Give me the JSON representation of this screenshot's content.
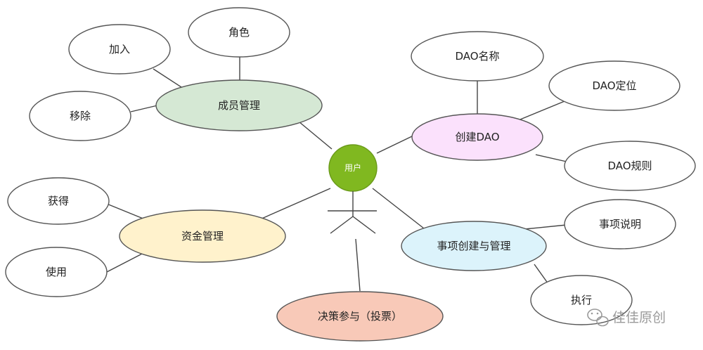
{
  "user": {
    "label": "用户"
  },
  "groups": {
    "member": {
      "label": "成员管理",
      "fill": "#d5e8d4",
      "children": [
        "角色",
        "加入",
        "移除"
      ]
    },
    "create_dao": {
      "label": "创建DAO",
      "fill": "#fbe1fc",
      "children": [
        "DAO名称",
        "DAO定位",
        "DAO规则"
      ]
    },
    "funds": {
      "label": "资金管理",
      "fill": "#fff2cc",
      "children": [
        "获得",
        "使用"
      ]
    },
    "matters": {
      "label": "事项创建与管理",
      "fill": "#dcf3fb",
      "children": [
        "事项说明",
        "执行"
      ]
    },
    "vote": {
      "label": "决策参与（投票）",
      "fill": "#f8c9b8"
    }
  },
  "colors": {
    "user_fill": "#80b820",
    "plain_node_fill": "#ffffff",
    "outline": "#555555"
  },
  "watermark": {
    "text": "佳佳原创",
    "icon": "wechat-icon"
  }
}
